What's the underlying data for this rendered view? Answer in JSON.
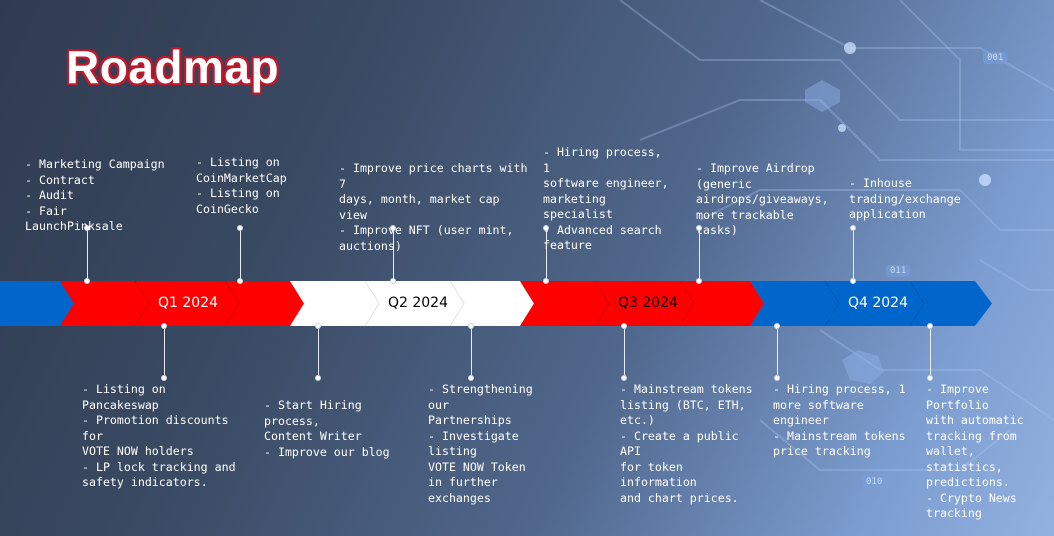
{
  "title": "Roadmap",
  "colors": {
    "red": "#ff0000",
    "white": "#ffffff",
    "blue": "#0066cc"
  },
  "quarters": [
    "Q1 2024",
    "Q2 2024",
    "Q3 2024",
    "Q4 2024"
  ],
  "milestones_top": [
    "-  Marketing  Campaign\n- Contract\n- Audit\n- Fair LaunchPinksale",
    "- Listing on\nCoinMarketCap\n- Listing on\nCoinGecko",
    "- Improve price charts with 7\ndays, month, market cap view\n- Improve NFT (user mint,\nauctions)",
    "- Hiring process, 1\nsoftware engineer,\nmarketing specialist\n-  Advanced  search\nfeature",
    "- Improve Airdrop\n(generic\nairdrops/giveaways,\nmore trackable tasks)",
    "- Inhouse\ntrading/exchange\napplication"
  ],
  "milestones_bottom": [
    "- Listing on Pancakeswap\n- Promotion  discounts  for\nVOTE NOW holders\n- LP lock tracking and\nsafety indicators.",
    "- Start Hiring process,\nContent  Writer\n- Improve our blog",
    "- Strengthening  our\nPartnerships\n- Investigate listing\nVOTE NOW Token\nin further\nexchanges",
    "-   Mainstream  tokens\nlisting (BTC, ETH, etc.)\n-  Create  a  public API\nfor token information\nand chart prices.",
    "- Hiring process, 1\nmore software\nengineer\n- Mainstream  tokens\nprice tracking",
    "- Improve Portfolio\nwith automatic\ntracking from\nwallet, statistics,\npredictions.\n- Crypto  News\ntracking"
  ],
  "decor_labels": [
    "001",
    "011",
    "010"
  ]
}
